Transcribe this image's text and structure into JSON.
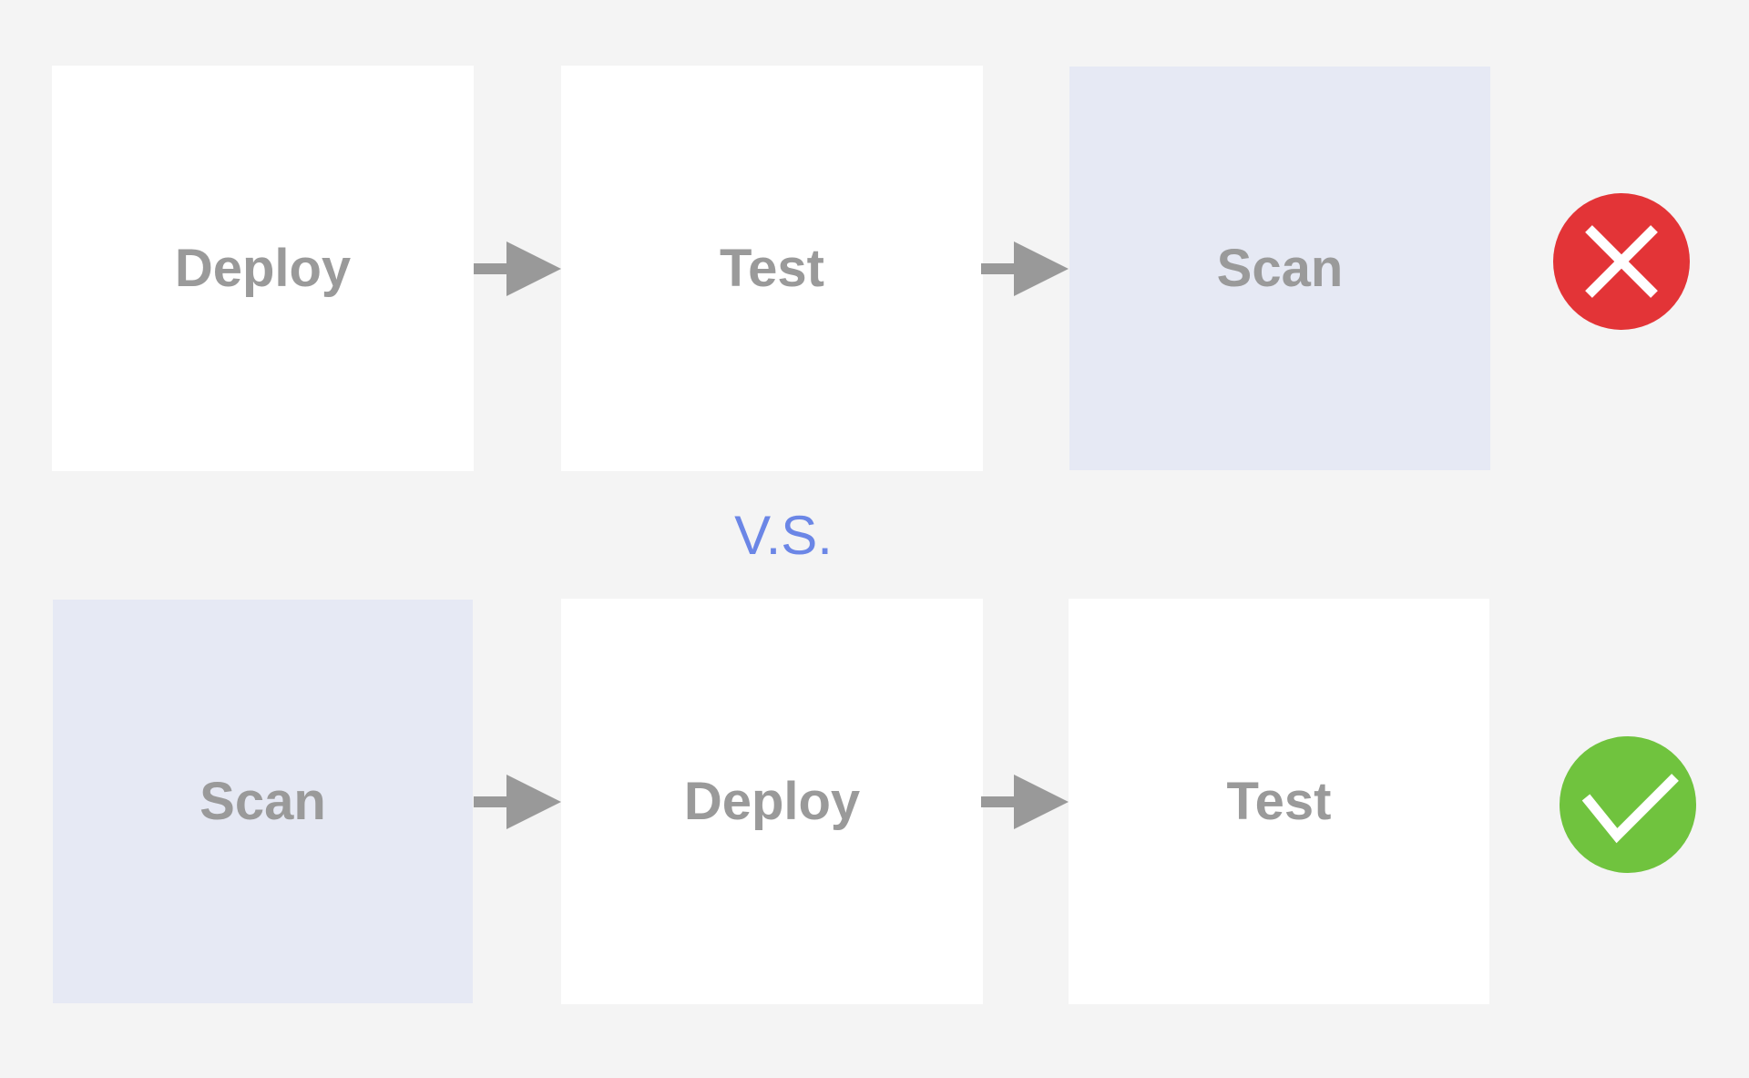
{
  "colors": {
    "background": "#f4f4f4",
    "plain_box": "#ffffff",
    "highlight_box": "#e6e9f4",
    "label_text": "#9a9a9a",
    "arrow": "#999999",
    "vs_text": "#6b86e6",
    "wrong": "#e33437",
    "right": "#70c33e"
  },
  "top_row": {
    "steps": [
      "Deploy",
      "Test",
      "Scan"
    ],
    "highlighted_step": "Scan",
    "status": "wrong",
    "status_icon": "cross-icon"
  },
  "separator": "V.S.",
  "bottom_row": {
    "steps": [
      "Scan",
      "Deploy",
      "Test"
    ],
    "highlighted_step": "Scan",
    "status": "right",
    "status_icon": "check-icon"
  }
}
